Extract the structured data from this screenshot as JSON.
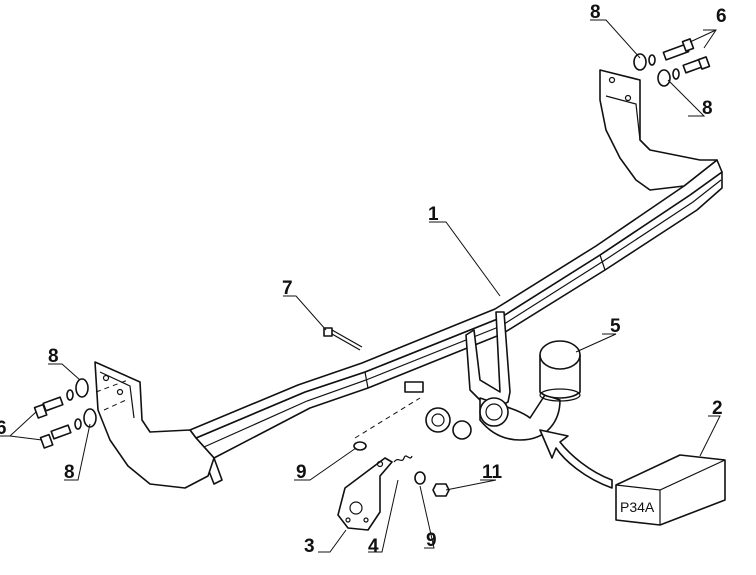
{
  "labels": {
    "bar": "1",
    "box": "2",
    "plate": "3",
    "spring": "4",
    "ball": "5",
    "bolt_right": "6",
    "bolt_left": "6",
    "pin": "7",
    "washer_right_top": "8",
    "washer_right_bottom": "8",
    "washer_left_top": "8",
    "washer_left_bottom": "8",
    "washer_small_a": "9",
    "washer_small_b": "9",
    "nut": "11"
  },
  "box_code": "P34A",
  "colors": {
    "line": "#111111",
    "background": "#ffffff"
  }
}
